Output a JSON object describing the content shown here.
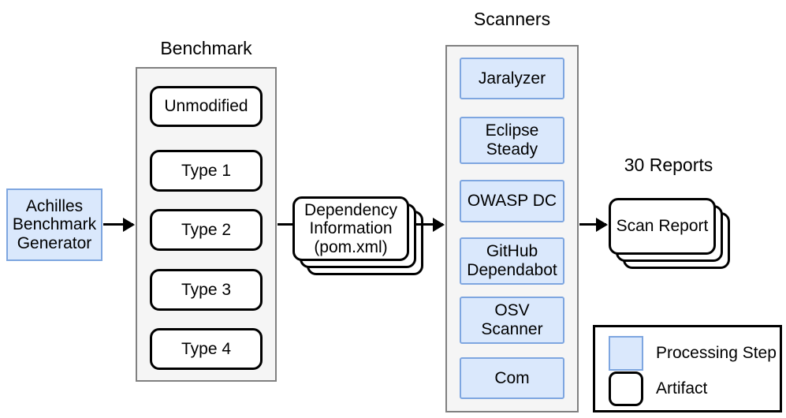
{
  "diagram": {
    "title": "Achilles vulnerability scanner benchmark pipeline",
    "colors": {
      "process_fill": "#dae8fc",
      "process_stroke": "#7ea6e0",
      "artifact_fill": "#ffffff",
      "artifact_stroke": "#000000",
      "group_fill": "#f5f5f5",
      "group_stroke": "#808080",
      "arrow": "#000000",
      "background": "#ffffff"
    }
  },
  "generator": {
    "label": "Achilles\nBenchmark\nGenerator",
    "line1": "Achilles",
    "line2": "Benchmark",
    "line3": "Generator",
    "kind": "processing-step"
  },
  "benchmark": {
    "caption": "Benchmark",
    "kind": "group",
    "items": [
      {
        "label": "Unmodified",
        "kind": "artifact"
      },
      {
        "label": "Type 1",
        "kind": "artifact"
      },
      {
        "label": "Type 2",
        "kind": "artifact"
      },
      {
        "label": "Type 3",
        "kind": "artifact"
      },
      {
        "label": "Type 4",
        "kind": "artifact"
      }
    ]
  },
  "dependency": {
    "line1": "Dependency",
    "line2": "Information",
    "line3": "(pom.xml)",
    "kind": "artifact-stack",
    "sheets": 3
  },
  "scanners": {
    "caption": "Scanners",
    "kind": "group",
    "items": [
      {
        "label": "Jaralyzer",
        "kind": "processing-step"
      },
      {
        "line1": "Eclipse",
        "line2": "Steady",
        "label": "Eclipse Steady",
        "kind": "processing-step"
      },
      {
        "label": "OWASP DC",
        "kind": "processing-step"
      },
      {
        "line1": "GitHub",
        "line2": "Dependabot",
        "label": "GitHub Dependabot",
        "kind": "processing-step"
      },
      {
        "line1": "OSV",
        "line2": "Scanner",
        "label": "OSV Scanner",
        "kind": "processing-step"
      },
      {
        "label": "Com",
        "kind": "processing-step"
      }
    ]
  },
  "reports": {
    "caption": "30 Reports",
    "count": 30,
    "label": "Scan Report",
    "kind": "artifact-stack",
    "sheets": 3
  },
  "legend": {
    "rows": [
      {
        "label": "Processing Step",
        "swatch": "process"
      },
      {
        "label": "Artifact",
        "swatch": "artifact"
      }
    ]
  }
}
